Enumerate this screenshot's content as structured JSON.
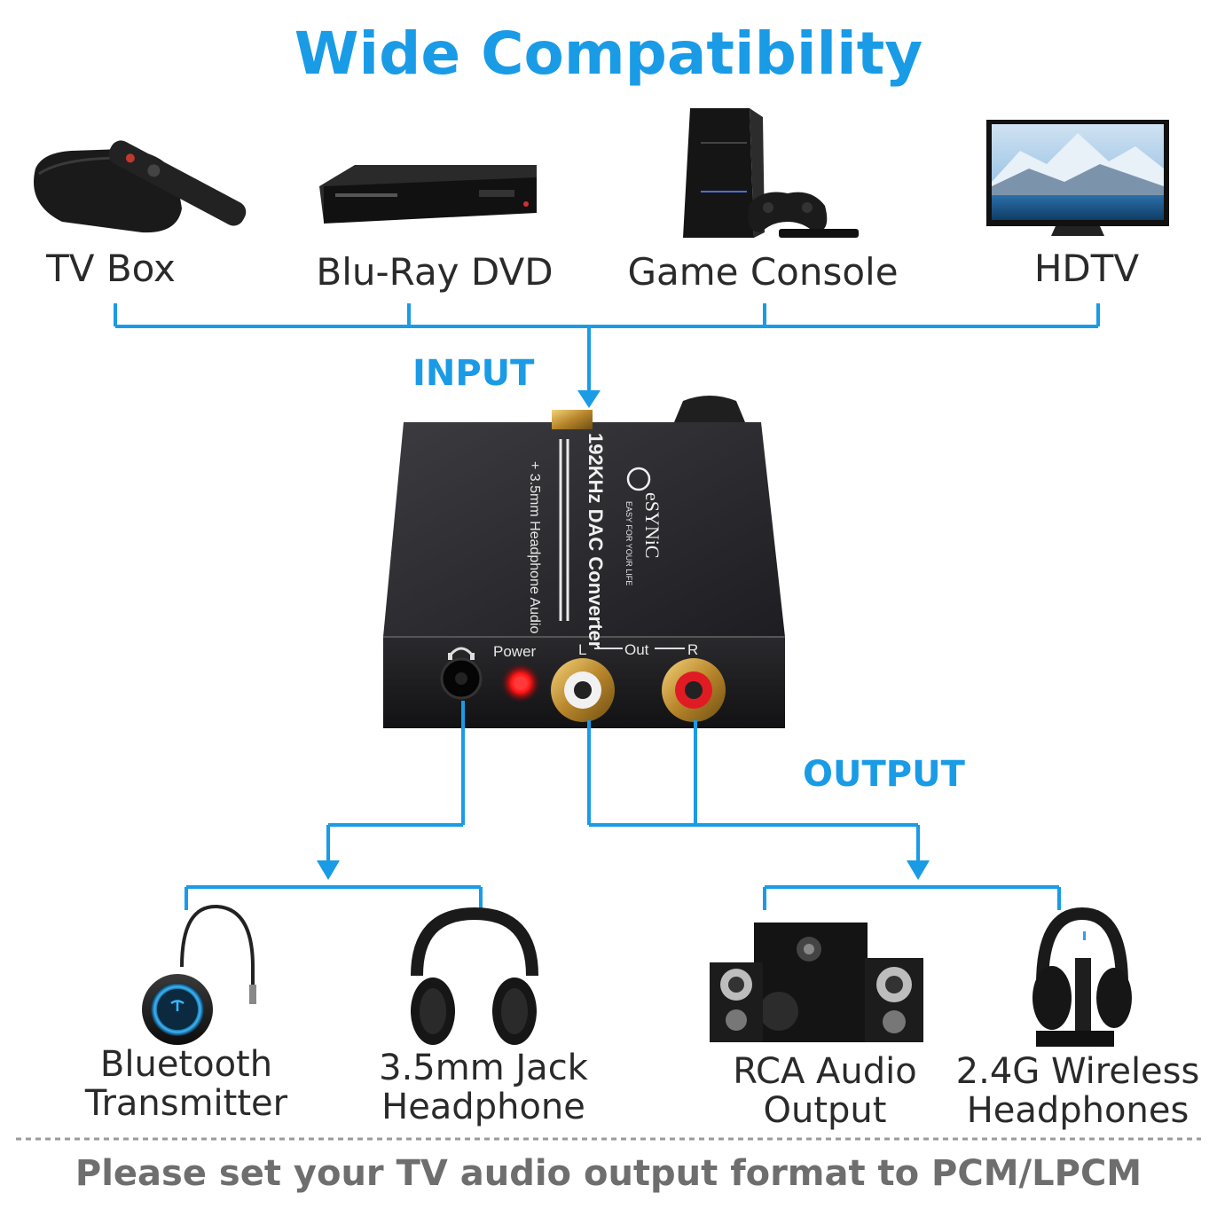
{
  "title": "Wide Compatibility",
  "inputs": {
    "label": "INPUT",
    "devices": [
      {
        "name": "TV Box",
        "icon": "tv-box-icon"
      },
      {
        "name": "Blu-Ray DVD",
        "icon": "bluray-player-icon"
      },
      {
        "name": "Game Console",
        "icon": "game-console-icon"
      },
      {
        "name": "HDTV",
        "icon": "hdtv-icon"
      }
    ]
  },
  "converter": {
    "brand": "eSYNiC",
    "tagline": "EASY FOR YOUR LIFE",
    "model": "192KHz DAC Converter",
    "subtitle": "+ 3.5mm Headphone Audio",
    "power_label": "Power",
    "out_label": "Out",
    "left_label": "L",
    "right_label": "R"
  },
  "outputs": {
    "label": "OUTPUT",
    "devices": [
      {
        "line1": "Bluetooth",
        "line2": "Transmitter",
        "icon": "bluetooth-transmitter-icon"
      },
      {
        "line1": "3.5mm Jack",
        "line2": "Headphone",
        "icon": "headphone-icon"
      },
      {
        "line1": "RCA Audio",
        "line2": "Output",
        "icon": "speaker-system-icon"
      },
      {
        "line1": "2.4G Wireless",
        "line2": "Headphones",
        "icon": "wireless-headphones-icon"
      }
    ]
  },
  "footer": "Please set your TV audio output format to PCM/LPCM",
  "colors": {
    "accent": "#1a9be6",
    "text": "#2a2a2a",
    "footer": "#6e6e6e"
  }
}
